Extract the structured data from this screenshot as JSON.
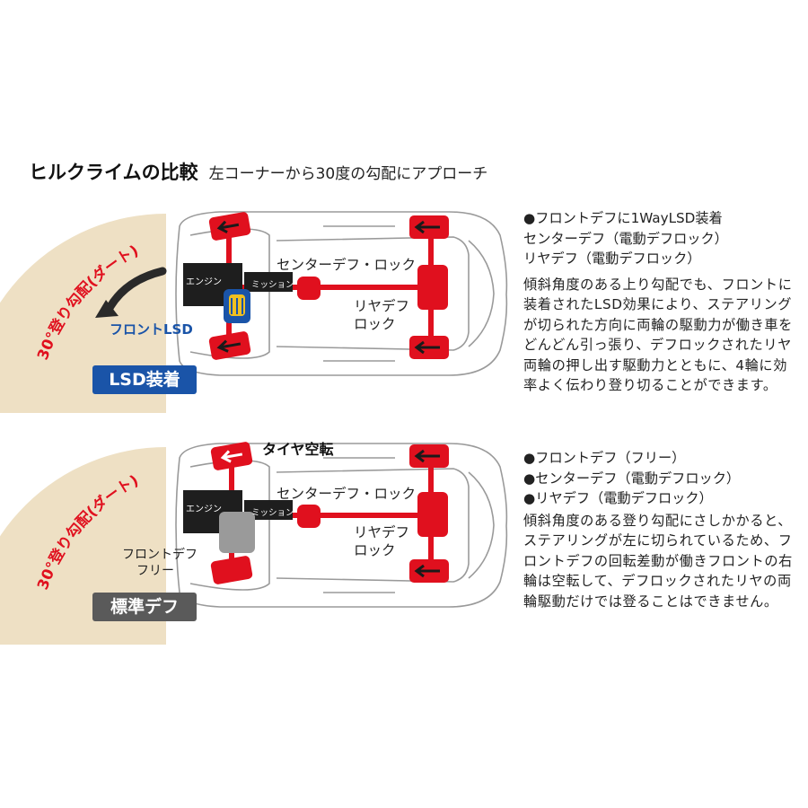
{
  "header": {
    "title": "ヒルクライムの比較",
    "subtitle": "左コーナーから30度の勾配にアプローチ"
  },
  "colors": {
    "wheel_red": "#e0101e",
    "slope_beige": "#eee0c4",
    "lsd_blue": "#1a54a8",
    "lsd_yellow": "#f0c020",
    "diff_grey": "#9a9a9a",
    "badge_grey": "#5a5a5a"
  },
  "panels": [
    {
      "slope_label": "30°登り勾配(ダート)",
      "engine_label": "エンジン",
      "mission_label": "ミッション",
      "center_diff_label": "センターデフ・ロック",
      "rear_diff_label_line1": "リヤデフ",
      "rear_diff_label_line2": "ロック",
      "front_diff_label": "フロントLSD",
      "badge": "LSD装着",
      "bullets": [
        "●フロントデフに1WayLSD装着",
        "センターデフ（電動デフロック）",
        "リヤデフ（電動デフロック）"
      ],
      "description": "傾斜角度のある上り勾配でも、フロントに装着されたLSD効果により、ステアリングが切られた方向に両輪の駆動力が働き車をどんどん引っ張り、デフロックされたリヤ両輪の押し出す駆動力とともに、4輪に効率よく伝わり登り切ることができます。"
    },
    {
      "slope_label": "30°登り勾配(ダート)",
      "engine_label": "エンジン",
      "mission_label": "ミッション",
      "center_diff_label": "センターデフ・ロック",
      "rear_diff_label_line1": "リヤデフ",
      "rear_diff_label_line2": "ロック",
      "front_diff_label_line1": "フロントデフ",
      "front_diff_label_line2": "フリー",
      "tire_spin_label": "タイヤ空転",
      "badge": "標準デフ",
      "bullets": [
        "●フロントデフ（フリー）",
        "●センターデフ（電動デフロック）",
        "●リヤデフ（電動デフロック）"
      ],
      "description": "傾斜角度のある登り勾配にさしかかると、ステアリングが左に切られているため、フロントデフの回転差動が働きフロントの右輪は空転して、デフロックされたリヤの両輪駆動だけでは登ることはできません。"
    }
  ]
}
